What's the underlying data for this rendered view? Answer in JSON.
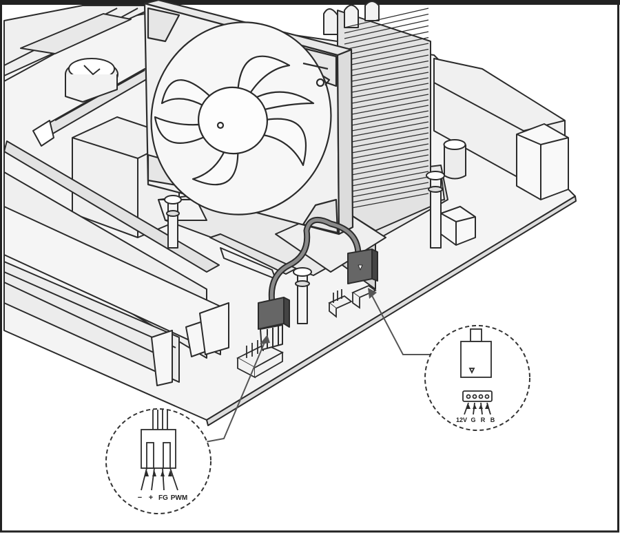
{
  "fan_connector_pins": [
    "−",
    "+",
    "FG",
    "PWM"
  ],
  "rgb_connector_pins": [
    "12V",
    "G",
    "R",
    "B"
  ],
  "colors": {
    "line": "#2b2b2b",
    "board": "#f2f2f2",
    "cooler": "#e6e6e6",
    "cable": "#6a6a6a",
    "connector": "#555555",
    "frame": "#222222"
  }
}
